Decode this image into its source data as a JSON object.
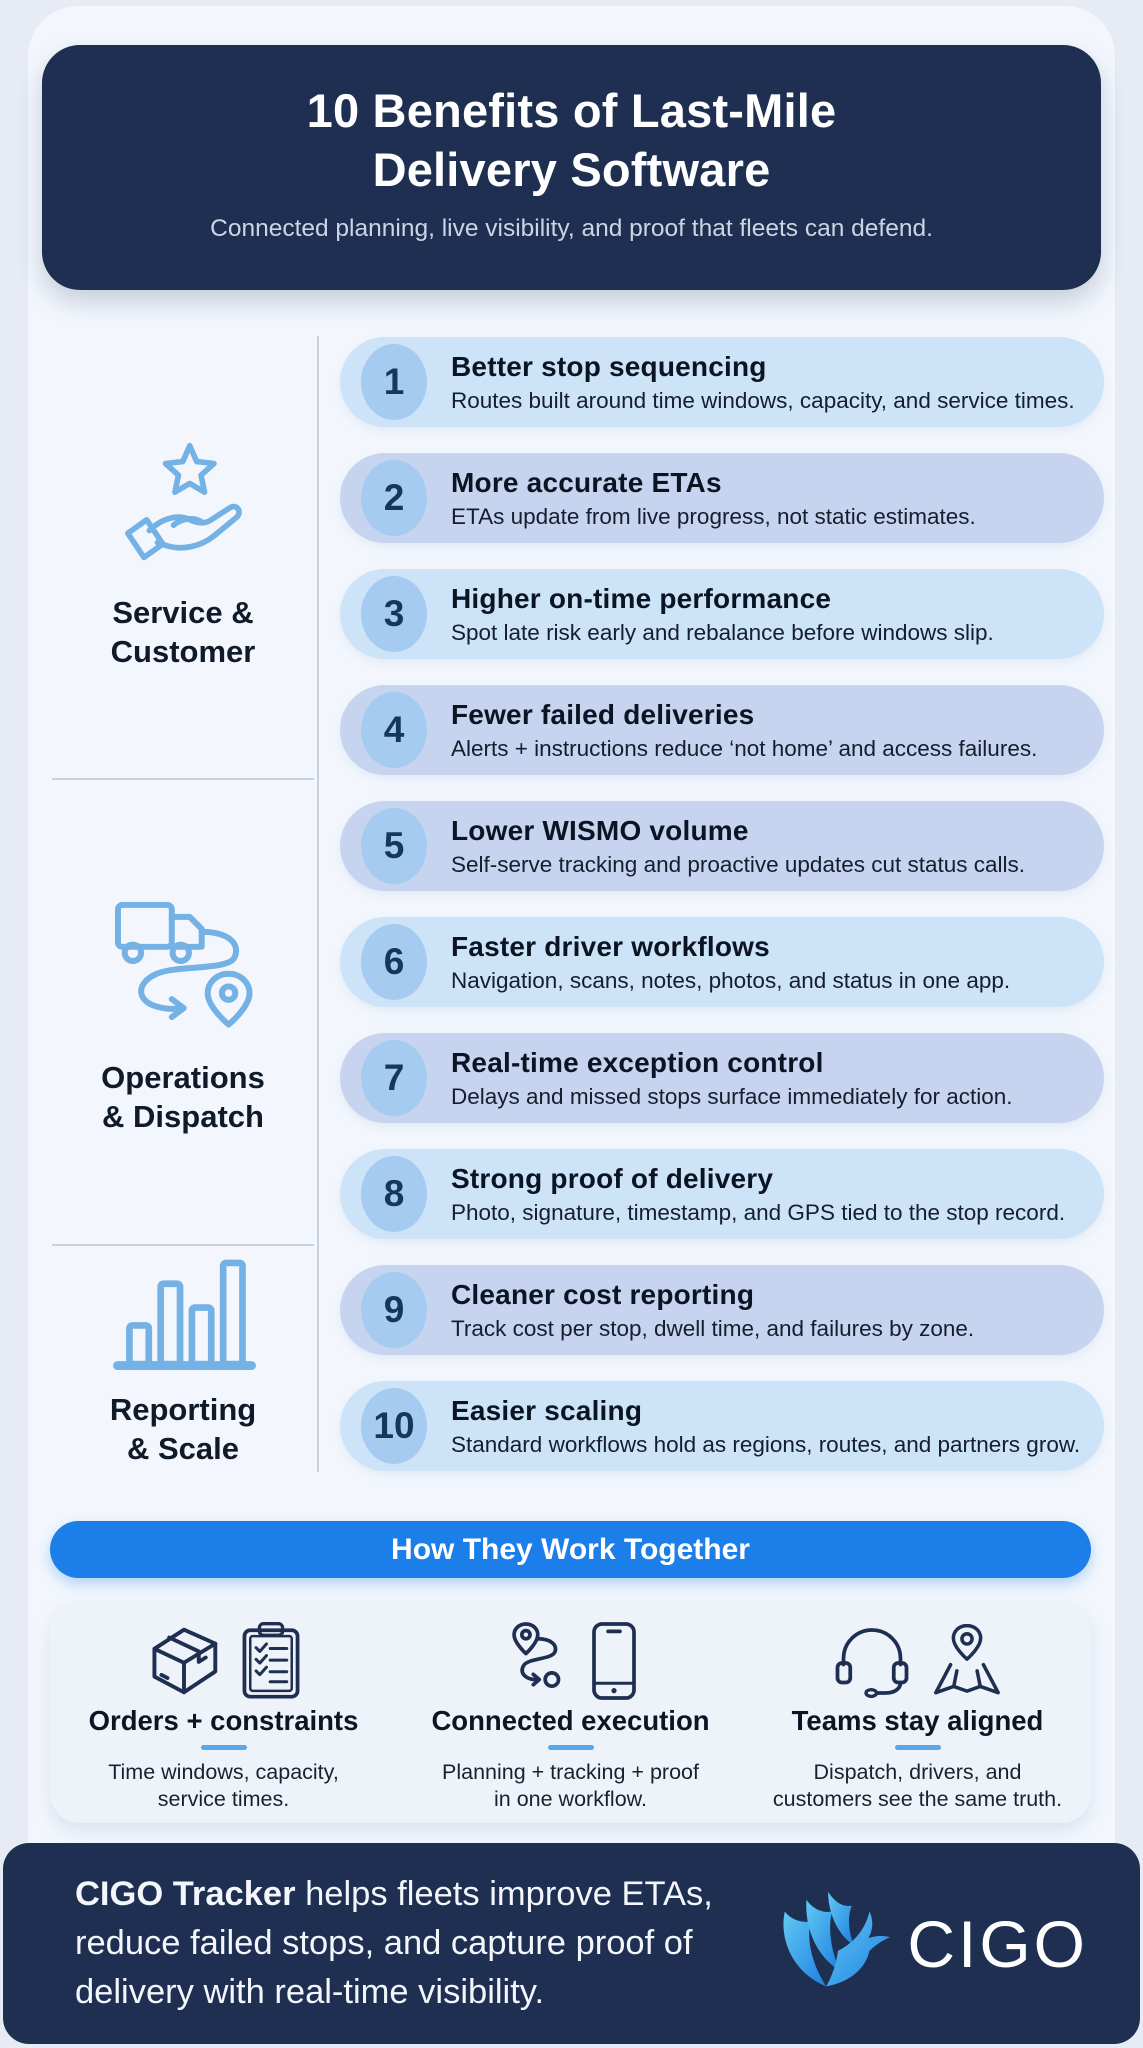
{
  "header": {
    "title_line1": "10 Benefits of Last-Mile",
    "title_line2": "Delivery Software",
    "subtitle": "Connected planning, live visibility, and proof that fleets can defend.",
    "bg_color": "#1e2f51"
  },
  "categories": [
    {
      "label": "Service &\nCustomer",
      "icon": "hand-star-icon"
    },
    {
      "label": "Operations\n& Dispatch",
      "icon": "truck-route-icon"
    },
    {
      "label": "Reporting\n& Scale",
      "icon": "bar-chart-icon"
    }
  ],
  "benefits": [
    {
      "number": "1",
      "title": "Better stop sequencing",
      "description": "Routes built around time windows, capacity, and service times."
    },
    {
      "number": "2",
      "title": "More accurate ETAs",
      "description": "ETAs update from live progress, not static estimates."
    },
    {
      "number": "3",
      "title": "Higher on-time performance",
      "description": "Spot late risk early and rebalance before windows slip."
    },
    {
      "number": "4",
      "title": "Fewer failed deliveries",
      "description": "Alerts + instructions reduce ‘not home’ and access failures."
    },
    {
      "number": "5",
      "title": "Lower WISMO volume",
      "description": "Self-serve tracking and proactive updates cut status calls."
    },
    {
      "number": "6",
      "title": "Faster driver workflows",
      "description": "Navigation, scans, notes, photos, and status in one app."
    },
    {
      "number": "7",
      "title": "Real-time exception control",
      "description": "Delays and missed stops surface immediately for action."
    },
    {
      "number": "8",
      "title": "Strong proof of delivery",
      "description": "Photo, signature, timestamp, and GPS tied to the stop record."
    },
    {
      "number": "9",
      "title": "Cleaner cost reporting",
      "description": "Track cost per stop, dwell time, and failures by zone."
    },
    {
      "number": "10",
      "title": "Easier scaling",
      "description": "Standard workflows hold as regions, routes, and partners grow."
    }
  ],
  "how_banner": {
    "label": "How They Work Together",
    "bg_color": "#1b7ee9"
  },
  "pillars": [
    {
      "title": "Orders + constraints",
      "description": "Time windows, capacity,\nservice times.",
      "icons": [
        "box-icon",
        "clipboard-icon"
      ]
    },
    {
      "title": "Connected execution",
      "description": "Planning + tracking + proof\nin one workflow.",
      "icons": [
        "route-pin-icon",
        "smartphone-icon"
      ]
    },
    {
      "title": "Teams stay aligned",
      "description": "Dispatch, drivers, and\ncustomers see the same truth.",
      "icons": [
        "headset-icon",
        "map-pin-icon"
      ]
    }
  ],
  "footer": {
    "brand": "CIGO Tracker",
    "text_rest": " helps fleets improve ETAs, reduce failed stops, and capture proof of delivery with real-time visibility.",
    "logo_text": "CIGO",
    "bg_color": "#1e2f51"
  },
  "colors": {
    "page_bg": "#e6ebf4",
    "row_light": "#cde3f8",
    "row_dark": "#c6d4f0",
    "number_circle": "#a6cbf0",
    "accent_blue": "#1b7ee9",
    "underline_blue": "#58a8ea",
    "icon_light_blue": "#74b1e4",
    "icon_dark_navy": "#1e2f51"
  }
}
